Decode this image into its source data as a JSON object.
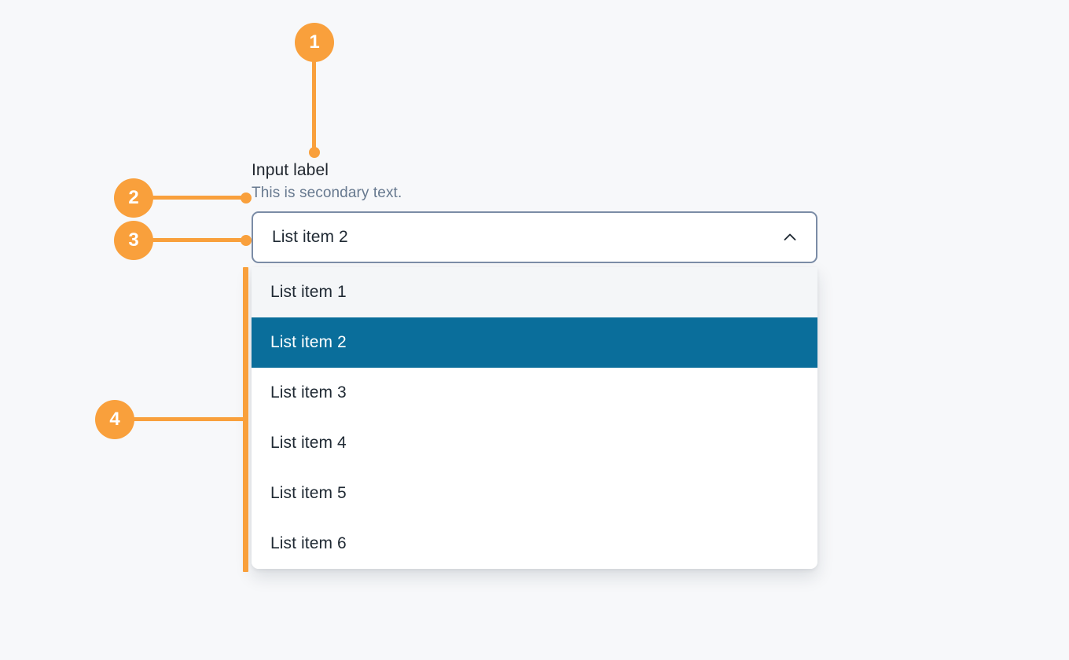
{
  "page": {
    "background_color": "#f7f8fa",
    "accent_orange": "#f9a03c",
    "selected_blue": "#0a6e9b",
    "border_color": "#7b8ca6",
    "text_color": "#1f2933",
    "secondary_text_color": "#67798f"
  },
  "field": {
    "label": "Input label",
    "helper_text": "This is secondary text.",
    "selected_value": "List item 2",
    "expanded": true,
    "toggle_icon": "chevron-up-icon"
  },
  "menu": {
    "options": [
      {
        "label": "List item 1",
        "state": "hovered"
      },
      {
        "label": "List item 2",
        "state": "selected"
      },
      {
        "label": "List item 3",
        "state": "default"
      },
      {
        "label": "List item 4",
        "state": "default"
      },
      {
        "label": "List item 5",
        "state": "default"
      },
      {
        "label": "List item 6",
        "state": "default"
      }
    ]
  },
  "callouts": [
    {
      "number": "1",
      "target": "Input label"
    },
    {
      "number": "2",
      "target": "This is secondary text."
    },
    {
      "number": "3",
      "target": "List item 2"
    },
    {
      "number": "4",
      "target": "Menu options list"
    }
  ]
}
